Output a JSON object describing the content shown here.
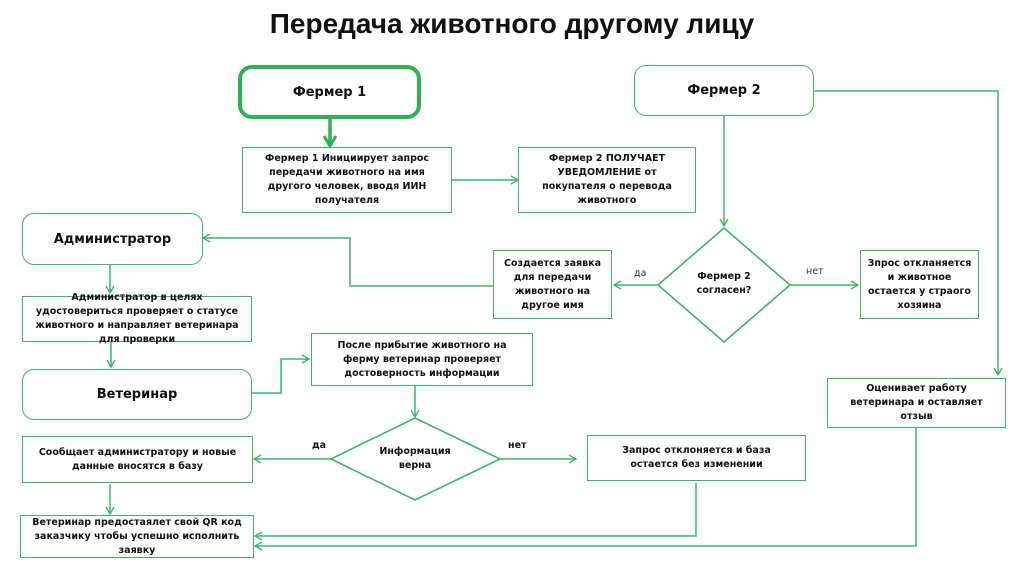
{
  "title": "Передача животного другому лицу",
  "colors": {
    "line": "#3cb46e",
    "start_border": "#2db24f"
  },
  "nodes": {
    "farmer1": "Фермер 1",
    "farmer2": "Фермер 2",
    "admin": "Администратор",
    "vet": "Ветеринар",
    "farmer1_request": "Фермер 1 Инициирует запрос передачи животного на имя другого человек, вводя ИИН получателя",
    "farmer2_notified": "Фермер 2  ПОЛУЧАЕТ УВЕДОМЛЕНИЕ от покупателя о перевода животного",
    "decision_farmer2": "Фермер 2 согласен?",
    "application_created": "Создается заявка для передачи животного на другое имя",
    "request_rejected": "Зпрос откланяется и животное остается у страого хозяина",
    "admin_check": "Администратор в целях удостовериться проверяет о статусе животного и направляет ветеринара для проверки",
    "vet_verify": "После прибытие животного на ферму ветеринар проверяет достоверность информации",
    "decision_info": "Информация верна",
    "report_admin": "Сообщает администратору и новые данные  вносятся в базу",
    "db_unchanged": "Запрос отклоняется и база остается без изменении",
    "rate_vet": "Оценивает работу ветеринара и оставляет отзыв",
    "vet_qr": "Ветеринар предостаялет свой QR код заказчику чтобы успешно исполнить заявку"
  },
  "labels": {
    "yes1": "да",
    "no1": "нет",
    "yes2": "да",
    "no2": "нет"
  }
}
